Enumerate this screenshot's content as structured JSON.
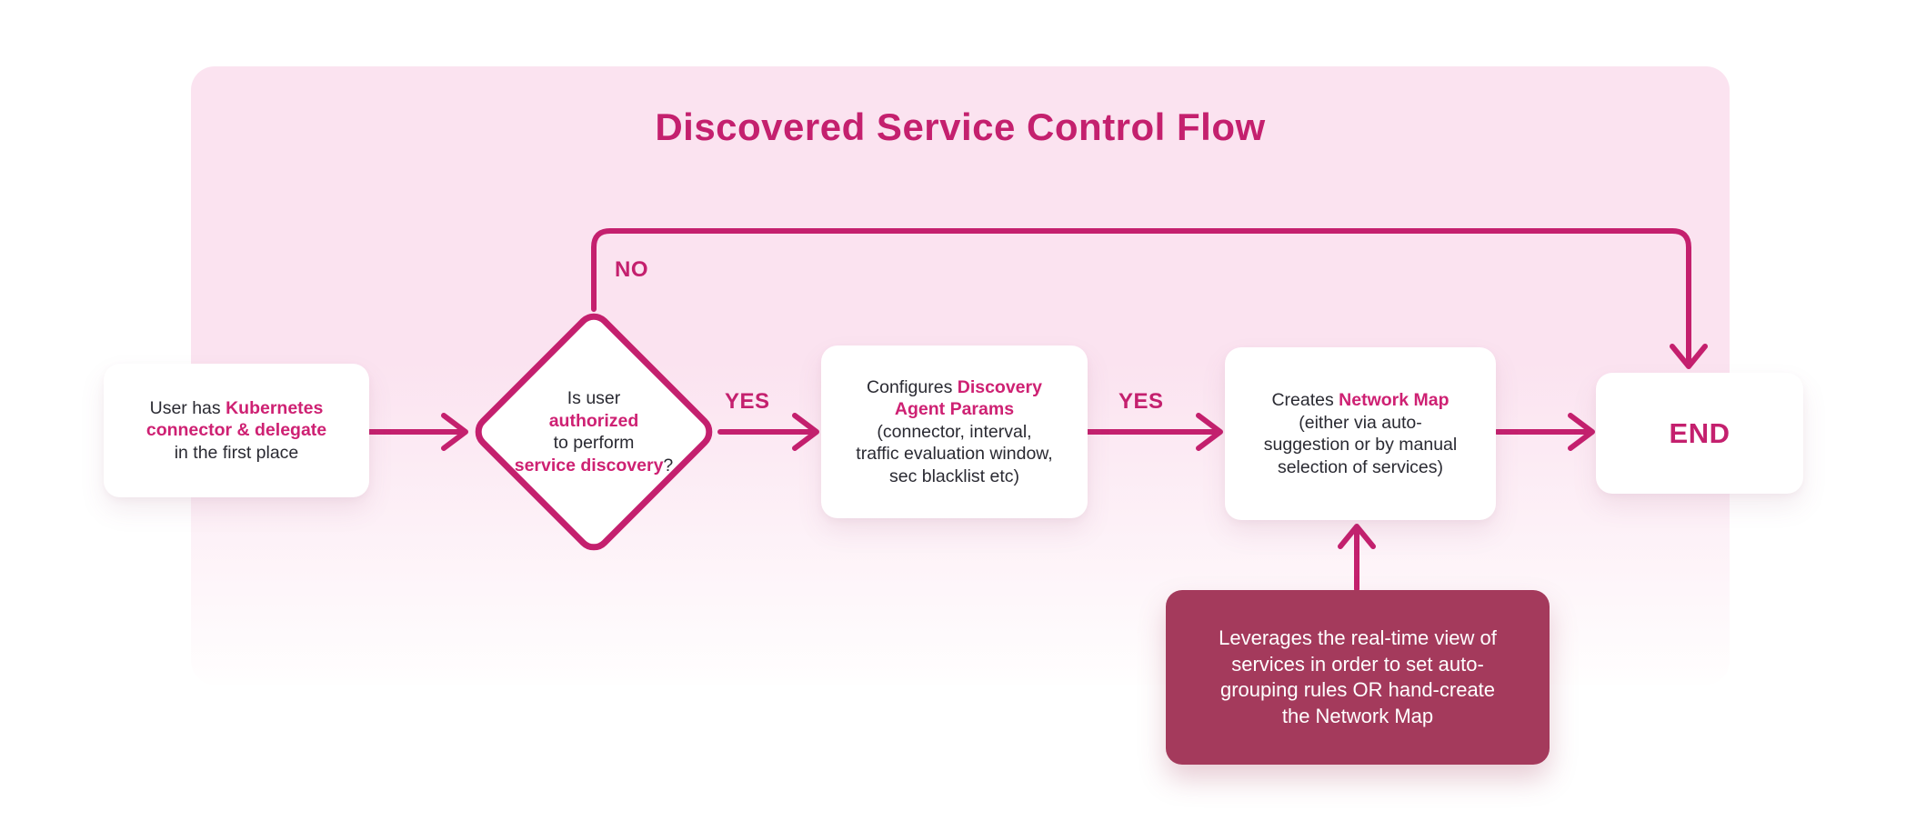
{
  "title": "Discovered Service Control Flow",
  "colors": {
    "accent": "#C4206E",
    "text_accent": "#CE2173",
    "note_bg": "#A43A5C",
    "note_text": "#FFFFFF",
    "body_text": "#2A2A32",
    "container_top": "#FBE3F0",
    "container_bottom": "#FFFEFE",
    "node_bg": "#FFFFFF"
  },
  "nodes": {
    "start": {
      "lines": [
        [
          {
            "t": "User has ",
            "a": 0
          },
          {
            "t": "Kubernetes",
            "a": 1
          }
        ],
        [
          {
            "t": "connector & delegate",
            "a": 1
          }
        ],
        [
          {
            "t": "in the first place",
            "a": 0
          }
        ]
      ]
    },
    "decision": {
      "lines": [
        [
          {
            "t": "Is user",
            "a": 0
          }
        ],
        [
          {
            "t": "authorized",
            "a": 1
          }
        ],
        [
          {
            "t": "to perform",
            "a": 0
          }
        ],
        [
          {
            "t": "service discovery",
            "a": 1
          },
          {
            "t": "?",
            "a": 0
          }
        ]
      ]
    },
    "configure": {
      "lines": [
        [
          {
            "t": "Configures ",
            "a": 0
          },
          {
            "t": "Discovery",
            "a": 1
          }
        ],
        [
          {
            "t": "Agent Params",
            "a": 1
          }
        ],
        [
          {
            "t": "(connector, interval,",
            "a": 0
          }
        ],
        [
          {
            "t": "traffic evaluation window,",
            "a": 0
          }
        ],
        [
          {
            "t": "sec blacklist etc)",
            "a": 0
          }
        ]
      ]
    },
    "create": {
      "lines": [
        [
          {
            "t": "Creates ",
            "a": 0
          },
          {
            "t": "Network Map",
            "a": 1
          }
        ],
        [
          {
            "t": "(either via auto-",
            "a": 0
          }
        ],
        [
          {
            "t": "suggestion or by manual",
            "a": 0
          }
        ],
        [
          {
            "t": "selection of services)",
            "a": 0
          }
        ]
      ]
    },
    "end": {
      "label": "END"
    },
    "note": {
      "lines": [
        "Leverages the real-time view of",
        "services in order to set auto-",
        "grouping rules OR hand-create",
        "the Network Map"
      ]
    }
  },
  "edge_labels": {
    "yes_left": "YES",
    "yes_right": "YES",
    "no": "NO"
  }
}
